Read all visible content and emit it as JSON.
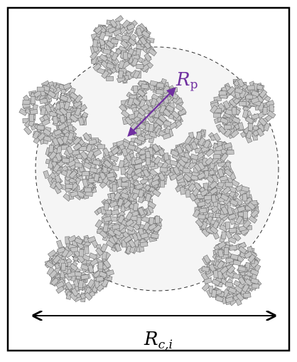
{
  "labels": {
    "particle_radius": {
      "symbol": "R",
      "subscript": "p"
    },
    "cell_radius": {
      "symbol": "R",
      "subscript": "c,i"
    }
  },
  "colors": {
    "frame": "#000000",
    "cell_fill": "#f5f5f5",
    "cell_outline": "#333333",
    "primary_fill": "#c4c4c4",
    "primary_stroke": "#6e6e6e",
    "accent": "#7030a0",
    "arrow": "#000000"
  },
  "icons": {
    "primary_particle": "small-rectangle-platelet",
    "dimension_arrow": "double-headed-arrow"
  }
}
